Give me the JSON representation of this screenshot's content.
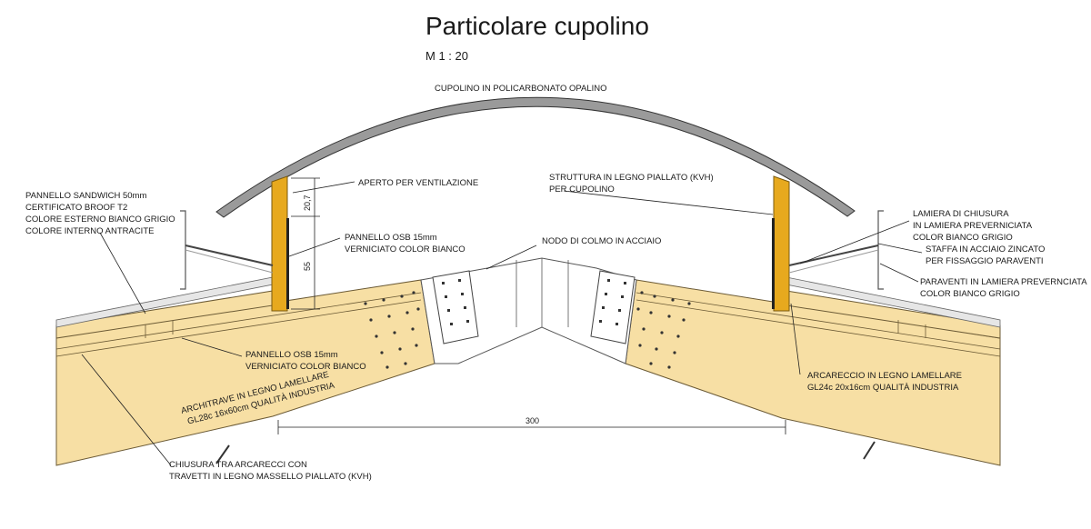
{
  "title": "Particolare cupolino",
  "scale": "M 1 : 20",
  "labels": {
    "dome": "CUPOLINO IN POLICARBONATO OPALINO",
    "vent": "APERTO PER VENTILAZIONE",
    "kvh_1": "STRUTTURA IN LEGNO PIALLATO (KVH)",
    "kvh_2": "PER CUPOLINO",
    "sandwich_1": "PANNELLO SANDWICH 50mm",
    "sandwich_2": "CERTIFICATO BROOF T2",
    "sandwich_3": "COLORE ESTERNO BIANCO GRIGIO",
    "sandwich_4": "COLORE INTERNO ANTRACITE",
    "osb_top_1": "PANNELLO OSB 15mm",
    "osb_top_2": "VERNICIATO COLOR BIANCO",
    "node": "NODO DI COLMO IN ACCIAIO",
    "lamiera_1": "LAMIERA DI CHIUSURA",
    "lamiera_2": "IN LAMIERA PREVERNICIATA",
    "lamiera_3": "COLOR BIANCO GRIGIO",
    "staffa_1": "STAFFA IN ACCIAIO ZINCATO",
    "staffa_2": "PER FISSAGGIO PARAVENTI",
    "paraventi_1": "PARAVENTI IN LAMIERA PREVERNCIATA",
    "paraventi_2": "COLOR BIANCO GRIGIO",
    "osb_low_1": "PANNELLO OSB 15mm",
    "osb_low_2": "VERNICIATO COLOR BIANCO",
    "architrave_1": "ARCHITRAVE IN LEGNO LAMELLARE",
    "architrave_2": "GL28c 16x60cm QUALITÀ INDUSTRIA",
    "arcareccio_1": "ARCARECCIO IN LEGNO LAMELLARE",
    "arcareccio_2": "GL24c 20x16cm QUALITÀ INDUSTRIA",
    "chiusura_1": "CHIUSURA TRA ARCARECCI CON",
    "chiusura_2": "TRAVETTI IN LEGNO MASSELLO PIALLATO (KVH)"
  },
  "dimensions": {
    "vent_gap": "20,7",
    "post_height": "55",
    "span": "300"
  },
  "colors": {
    "timber": "#f7dfa4",
    "post": "#e7a91e",
    "dome": "#9a9a9a"
  }
}
